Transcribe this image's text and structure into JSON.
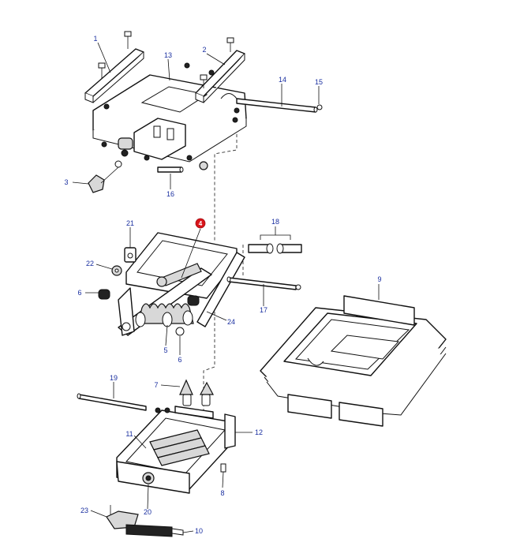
{
  "callouts": {
    "c1": "1",
    "c2": "2",
    "c3": "3",
    "c4": "4",
    "c5": "5",
    "c6a": "6",
    "c6b": "6",
    "c7": "7",
    "c8": "8",
    "c9": "9",
    "c10": "10",
    "c11": "11",
    "c12": "12",
    "c13": "13",
    "c14": "14",
    "c15": "15",
    "c16": "16",
    "c17": "17",
    "c18": "18",
    "c19": "19",
    "c20": "20",
    "c21": "21",
    "c22": "22",
    "c23": "23",
    "c24": "24"
  },
  "colors": {
    "callout": "#1a2fa0",
    "highlight": "#d8141a",
    "line": "#111111"
  }
}
